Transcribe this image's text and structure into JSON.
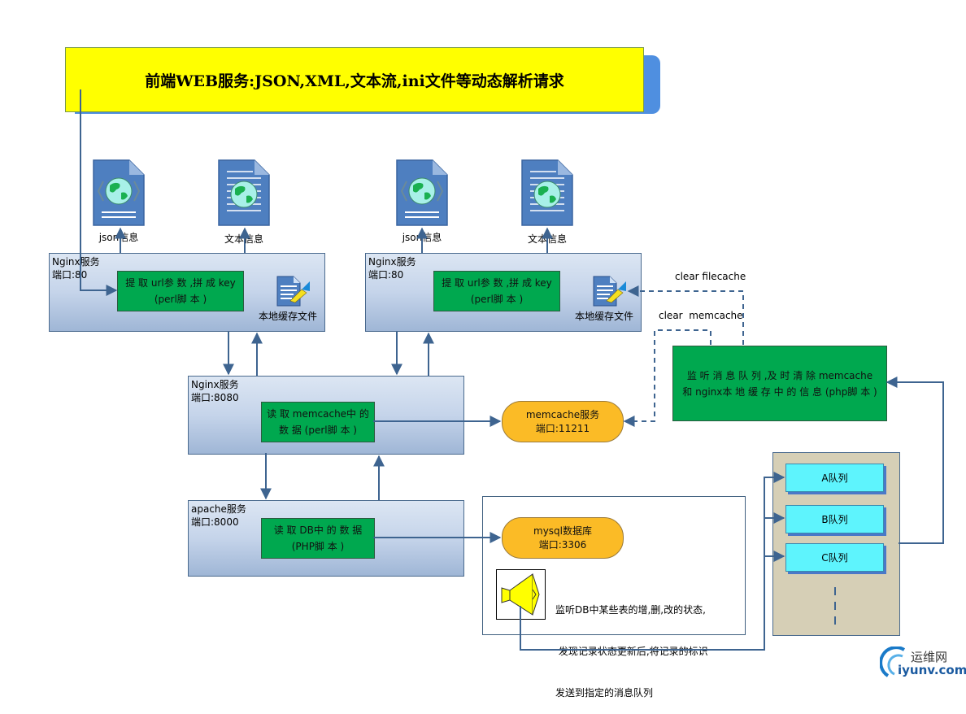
{
  "title": "前端WEB服务:JSON,XML,文本流,ini文件等动态解析请求",
  "documents": [
    {
      "label": "json信息",
      "icon": "json-globe-document-icon"
    },
    {
      "label": "文本信息",
      "icon": "text-globe-document-icon"
    },
    {
      "label": "json信息",
      "icon": "json-globe-document-icon"
    },
    {
      "label": "文本信息",
      "icon": "text-globe-document-icon"
    }
  ],
  "nginx_front": [
    {
      "name": "Nginx服务",
      "port": "端口:80",
      "script_line1": "提 取 url参 数 ,拼 成 key",
      "script_line2": "(perl脚 本 )",
      "cache_label": "本地缓存文件"
    },
    {
      "name": "Nginx服务",
      "port": "端口:80",
      "script_line1": "提 取 url参 数 ,拼 成 key",
      "script_line2": "(perl脚 本 )",
      "cache_label": "本地缓存文件"
    }
  ],
  "nginx_mid": {
    "name": "Nginx服务",
    "port": "端口:8080",
    "script_line1": "读 取 memcache中 的",
    "script_line2": "数 据 (perl脚 本 )"
  },
  "apache": {
    "name": "apache服务",
    "port": "端口:8000",
    "script_line1": "读 取 DB中 的 数 据",
    "script_line2": "(PHP脚 本 )"
  },
  "memcache": {
    "line1": "memcache服务",
    "line2": "端口:11211"
  },
  "mysql": {
    "line1": "mysql数据库",
    "line2": "端口:3306"
  },
  "listener": {
    "line1": "监听DB中某些表的增,删,改的状态,",
    "line2": " 发现记录状态更新后,将记录的标识",
    "line3": "发送到指定的消息队列"
  },
  "cleaner": {
    "line1": "监 听 消 息 队 列 ,及 时 清 除 memcache",
    "line2": "和 nginx本 地 缓 存 中 的 信 息 (php脚 本 )"
  },
  "edge_labels": {
    "clear_filecache": "clear filecache",
    "clear_memcache": "clear  memcache"
  },
  "queues": [
    "A队列",
    "B队列",
    "C队列"
  ],
  "watermark": {
    "line1": "运维网",
    "line2": "iyunv.com"
  },
  "colors": {
    "title_bg": "#ffff00",
    "script_green": "#00a84f",
    "service_pill": "#fbbb26",
    "queue_cyan": "#5ef4fd",
    "queue_panel": "#d6cfb6",
    "arrow": "#3e6490"
  }
}
